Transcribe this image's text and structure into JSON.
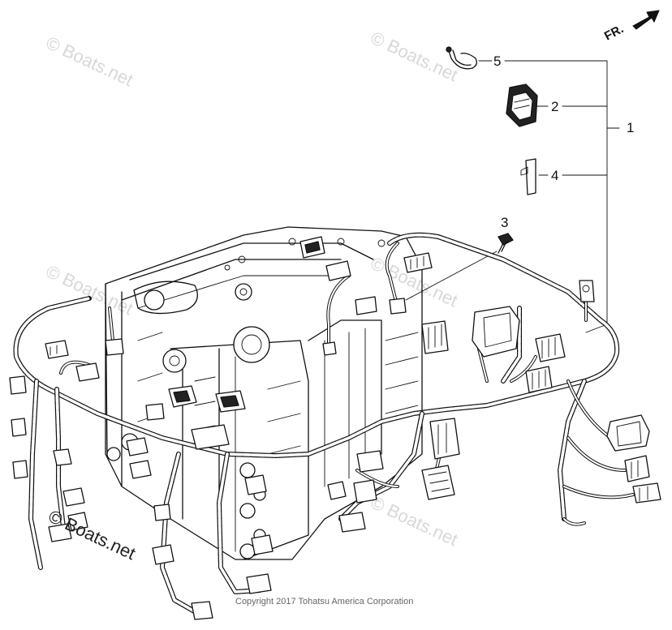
{
  "diagram": {
    "callouts": {
      "c1": "1",
      "c2": "2",
      "c3": "3",
      "c4": "4",
      "c5": "5"
    },
    "direction_label": "FR.",
    "watermark": "© Boats.net",
    "copyright": "Copyright 2017 Tohatsu America Corporation"
  }
}
